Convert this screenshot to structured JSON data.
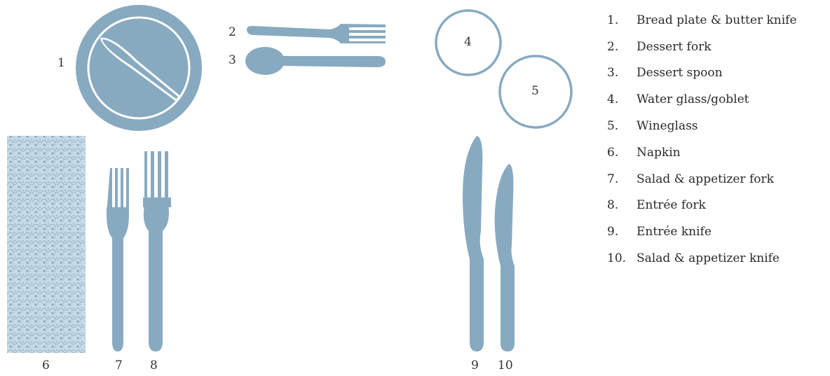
{
  "diagram": {
    "items": [
      {
        "number": "1",
        "label": "Bread plate & butter knife"
      },
      {
        "number": "2",
        "label": "Dessert fork"
      },
      {
        "number": "3",
        "label": "Dessert spoon"
      },
      {
        "number": "4",
        "label": "Water glass/goblet"
      },
      {
        "number": "5",
        "label": "Wineglass"
      },
      {
        "number": "6",
        "label": "Napkin"
      },
      {
        "number": "7",
        "label": "Salad & appetizer fork"
      },
      {
        "number": "8",
        "label": "Entrée fork"
      },
      {
        "number": "9",
        "label": "Entrée knife"
      },
      {
        "number": "10",
        "label": "Salad & appetizer knife"
      }
    ],
    "legend_prefixes": [
      "1.",
      "2.",
      "3.",
      "4.",
      "5.",
      "6.",
      "7.",
      "8.",
      "9.",
      "10."
    ],
    "colors": {
      "utensil": "#88aac0",
      "plate": "#88aac0",
      "plate_rim": "#ffffff",
      "napkin_base": "#c6d8e4",
      "glass_outline": "#88aac0",
      "text": "#2a2a2a"
    }
  }
}
